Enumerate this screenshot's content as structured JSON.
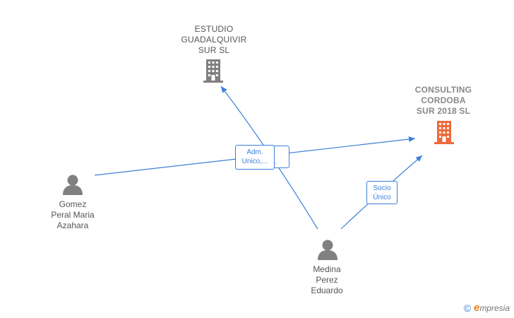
{
  "nodes": {
    "estudio": {
      "label": "ESTUDIO\nGUADALQUIVIR\nSUR  SL",
      "type": "company",
      "color": "#808080"
    },
    "consulting": {
      "label": "CONSULTING\nCORDOBA\nSUR 2018  SL",
      "type": "company",
      "color": "#ee6a3a"
    },
    "gomez": {
      "label": "Gomez\nPeral Maria\nAzahara",
      "type": "person",
      "color": "#808080"
    },
    "medina": {
      "label": "Medina\nPerez\nEduardo",
      "type": "person",
      "color": "#808080"
    }
  },
  "relations": {
    "adm_front": "Adm.\nUnico,...",
    "adm_back": "...,...",
    "socio": "Socio\nÚnico"
  },
  "colors": {
    "edge": "#3d7fd9",
    "accent": "#ee6a3a",
    "neutral": "#808080"
  },
  "watermark": {
    "copyright": "©",
    "brand_e": "e",
    "brand_rest": "mpresia"
  }
}
